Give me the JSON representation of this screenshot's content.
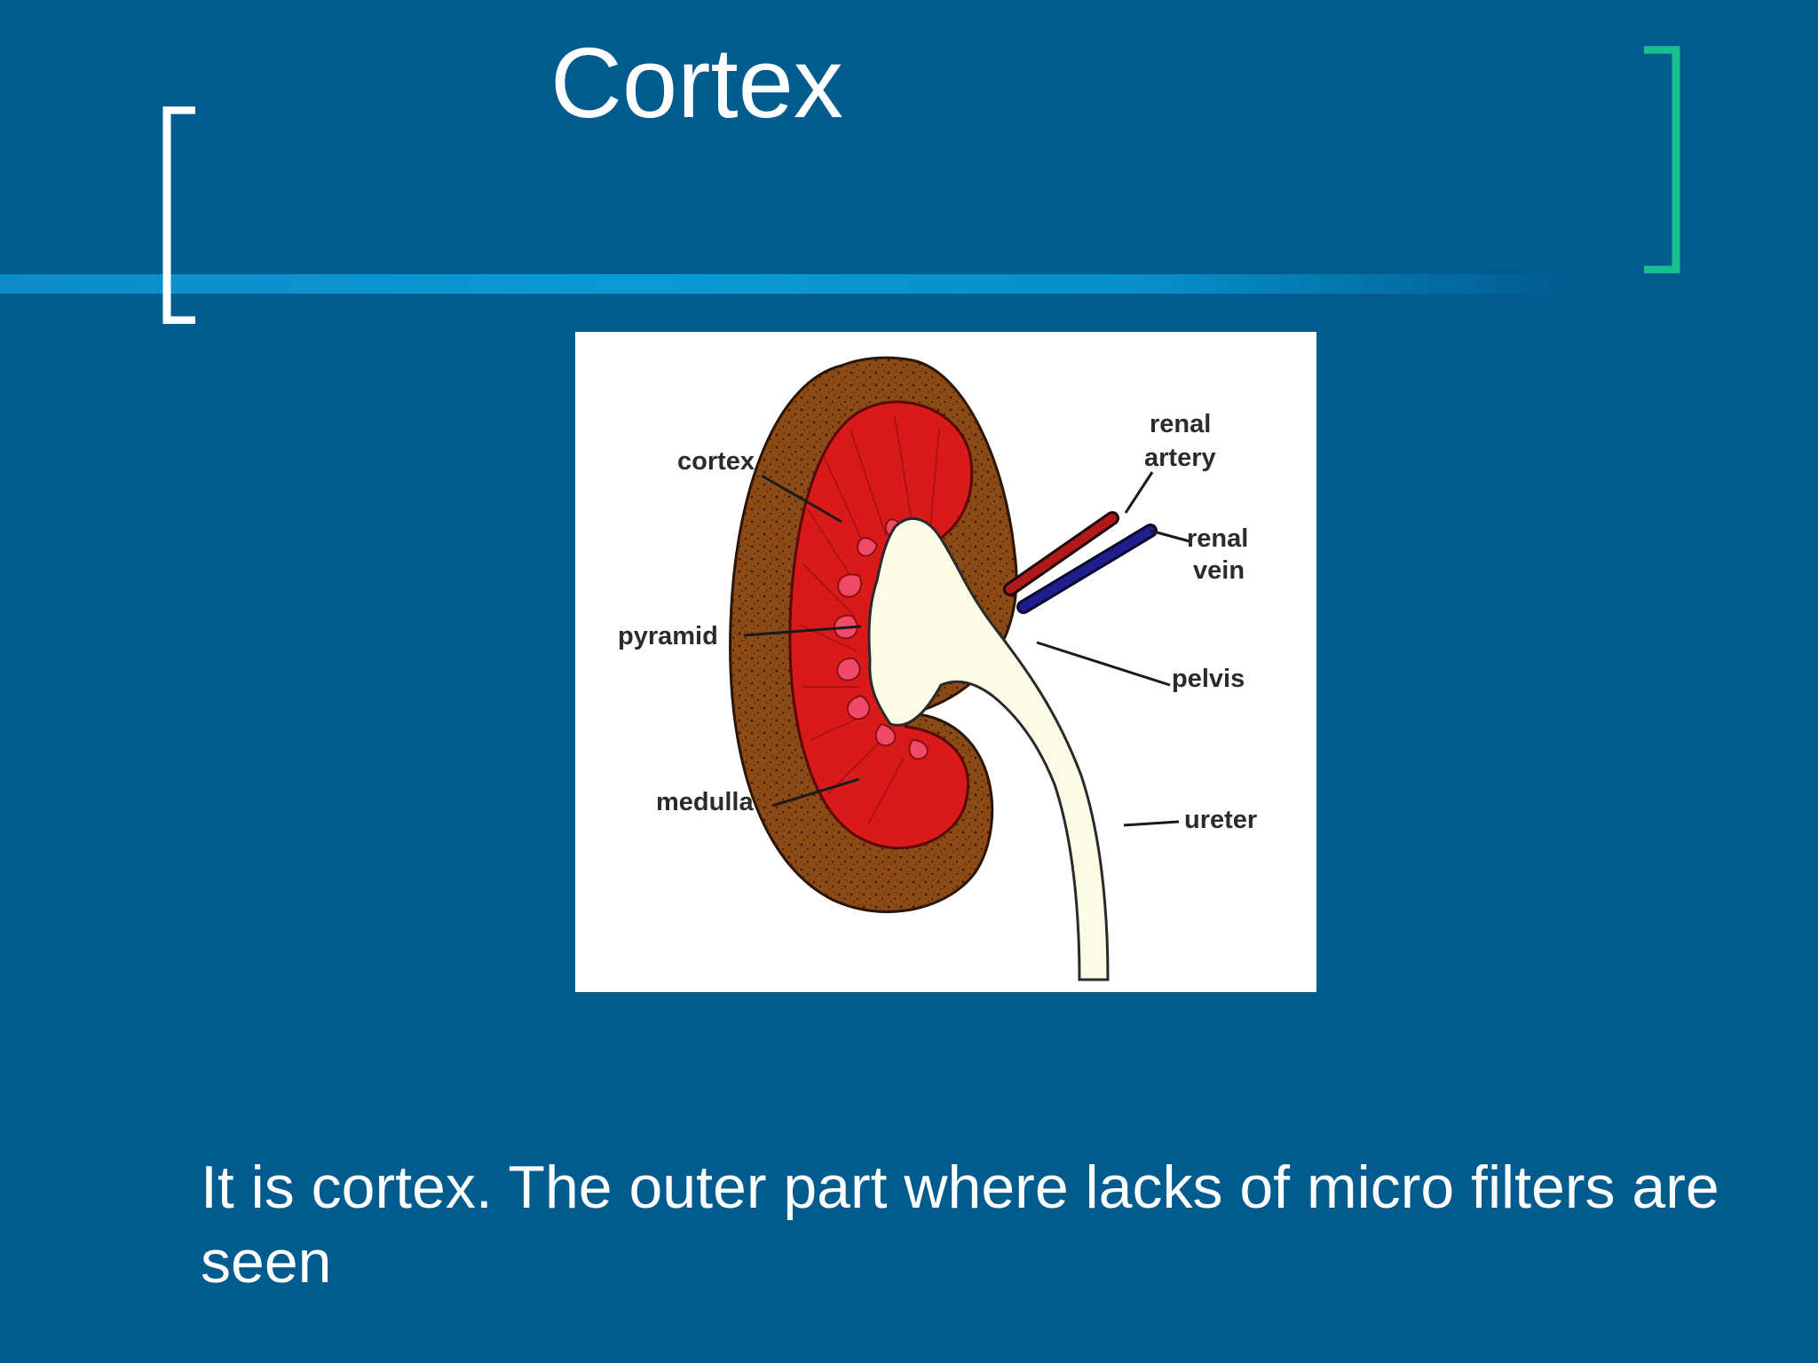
{
  "slide": {
    "title": "Cortex",
    "caption": "It is cortex. The outer part where lacks of micro filters are seen"
  },
  "diagram": {
    "labels": {
      "cortex": "cortex",
      "pyramid": "pyramid",
      "medulla": "medulla",
      "renal_artery_line1": "renal",
      "renal_artery_line2": "artery",
      "renal_vein_line1": "renal",
      "renal_vein_line2": "vein",
      "pelvis": "pelvis",
      "ureter": "ureter"
    }
  },
  "colors": {
    "background": "#005b8f",
    "left_bracket": "#ffffff",
    "right_bracket": "#18c08f",
    "cortex": "#8b4a16",
    "medulla": "#d91a1a",
    "pelvis": "#fbfbe6",
    "renal_artery": "#b31818",
    "renal_vein": "#1e1e8c"
  }
}
